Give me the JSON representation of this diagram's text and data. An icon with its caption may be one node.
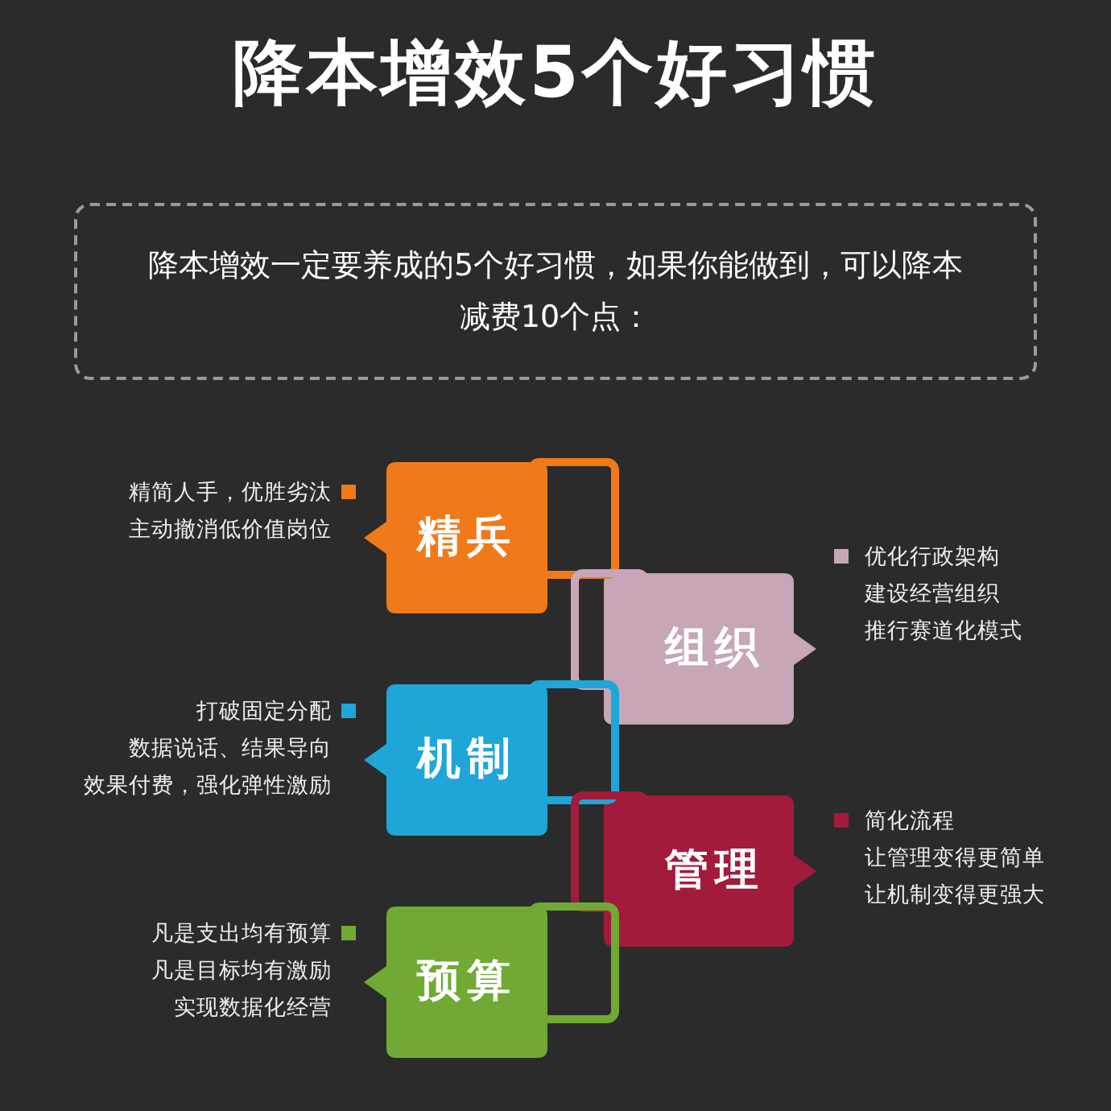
{
  "diagram": {
    "title": "降本增效5个好习惯",
    "nodes": [
      {
        "text": [
          "降本增效一定要养成的5个好习惯，如果你能做到，可以降本减费10个点："
        ]
      },
      {
        "text": [
          "精兵"
        ],
        "beside": [
          "精简人手，优胜劣汰",
          "主动撤消低价值岗位"
        ]
      },
      {
        "text": [
          "组织"
        ],
        "beside": [
          "优化行政架构",
          "建设经营组织",
          "推行赛道化模式"
        ]
      },
      {
        "text": [
          "机制"
        ],
        "beside": [
          "打破固定分配",
          "数据说话、结果导向",
          "效果付费，强化弹性激励"
        ]
      },
      {
        "text": [
          "管理"
        ],
        "beside": [
          "简化流程",
          "让管理变得更简单",
          "让机制变得更强大"
        ]
      },
      {
        "text": [
          "预算"
        ],
        "beside": [
          "凡是支出均有预算",
          "凡是目标均有激励",
          "实现数据化经营"
        ]
      }
    ]
  }
}
